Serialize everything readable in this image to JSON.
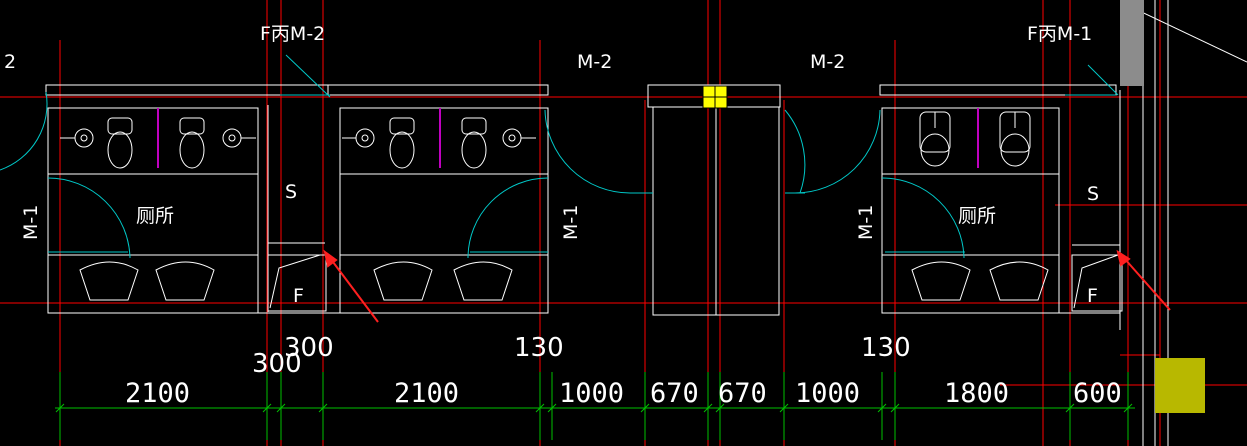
{
  "colors": {
    "background": "#000000",
    "wall": "#ffffff",
    "axis": "#ff0000",
    "door": "#00c8c8",
    "partition": "#c000c0",
    "dimension": "#00c000",
    "column": "#ffff00",
    "arrow": "#ff2020"
  },
  "labels": {
    "fire_door_2": "F丙M-2",
    "fire_door_1": "F丙M-1",
    "door_m2_a": "M-2",
    "door_m2_b": "M-2",
    "edge_2": "2",
    "door_m1_a": "M-1",
    "door_m1_b": "M-1",
    "door_m1_c": "M-1",
    "toilet_a": "厕所",
    "toilet_b": "厕所",
    "shaft_s_a": "S",
    "shaft_s_b": "S",
    "shaft_f_a": "F",
    "shaft_f_b": "F"
  },
  "dimensions": {
    "row": [
      "2100",
      "2100",
      "1000",
      "670",
      "670",
      "1000",
      "1800",
      "600"
    ],
    "upper": [
      "300",
      "300",
      "130",
      "130"
    ]
  }
}
